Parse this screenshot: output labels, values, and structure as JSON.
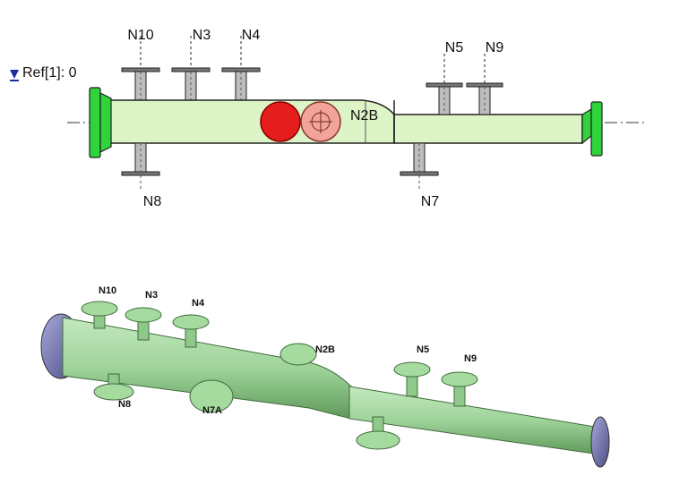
{
  "ref": {
    "label": "Ref[1]: 0"
  },
  "elevation": {
    "nozzles_top": [
      "N10",
      "N3",
      "N4",
      "N5",
      "N9"
    ],
    "nozzles_bottom": [
      "N8",
      "N7"
    ],
    "inline_label": "N2B"
  },
  "isometric": {
    "labels": [
      "N10",
      "N3",
      "N4",
      "N2B",
      "N5",
      "N9",
      "N8",
      "N7A"
    ]
  },
  "colors": {
    "shell": "#ddf5c6",
    "end_flange": "#2fd33a",
    "nozzle_pipe": "#bdbdbd",
    "marker_solid": "#e51d1d",
    "marker_light": "#f2a39a",
    "iso_body": "#9fd39a",
    "iso_end": "#7a7bb5"
  }
}
